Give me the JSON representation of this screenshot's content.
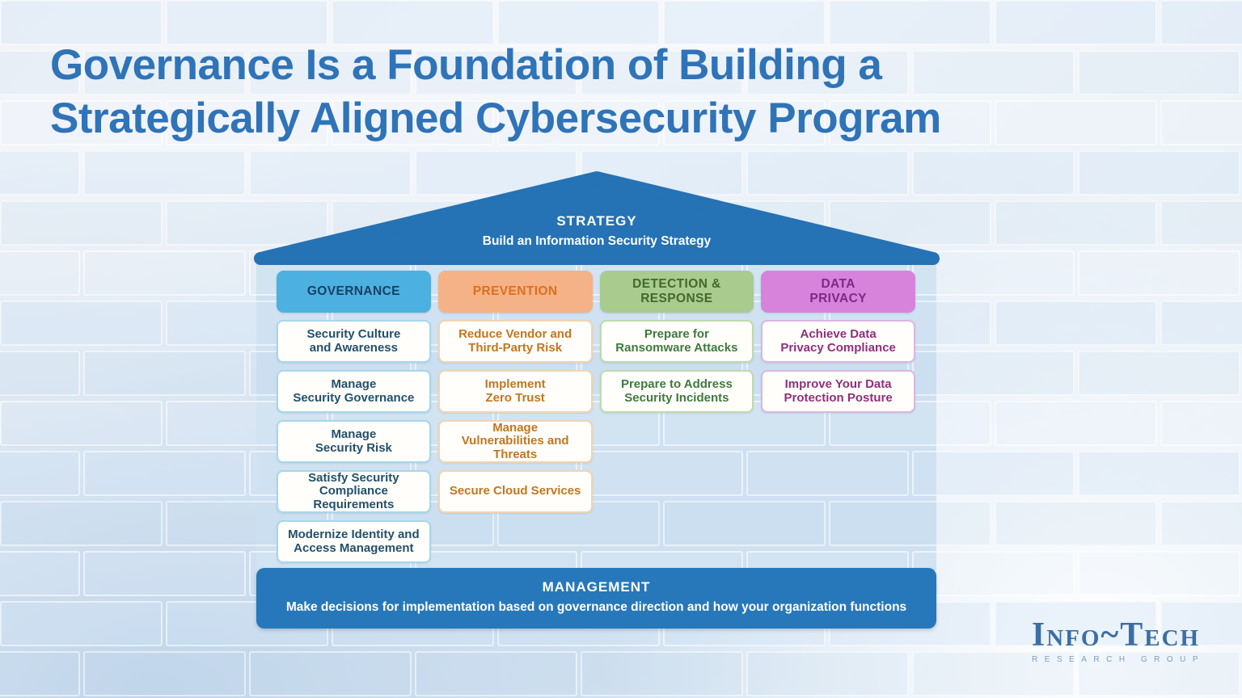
{
  "title": {
    "line1": "Governance Is a Foundation of Building a",
    "line2": "Strategically Aligned Cybersecurity Program"
  },
  "roof": {
    "label": "STRATEGY",
    "subtitle": "Build an Information Security Strategy"
  },
  "columns": [
    {
      "id": "governance",
      "header": "GOVERNANCE",
      "cards": [
        "Security Culture\nand Awareness",
        "Manage\nSecurity Governance",
        "Manage\nSecurity Risk",
        "Satisfy Security\nCompliance\nRequirements",
        "Modernize Identity and\nAccess Management"
      ]
    },
    {
      "id": "prevention",
      "header": "PREVENTION",
      "cards": [
        "Reduce Vendor and\nThird-Party Risk",
        "Implement\nZero Trust",
        "Manage\nVulnerabilities and\nThreats",
        "Secure Cloud Services"
      ]
    },
    {
      "id": "detection-response",
      "header": "DETECTION &\nRESPONSE",
      "cards": [
        "Prepare for\nRansomware Attacks",
        "Prepare to Address\nSecurity Incidents"
      ]
    },
    {
      "id": "data-privacy",
      "header": "DATA\nPRIVACY",
      "cards": [
        "Achieve Data\nPrivacy Compliance",
        "Improve Your Data\nProtection Posture"
      ]
    }
  ],
  "management": {
    "label": "MANAGEMENT",
    "subtitle": "Make decisions for implementation based on governance direction and how your organization functions"
  },
  "logo": {
    "name": "Info~Tech",
    "subtext": "RESEARCH GROUP"
  },
  "colors": {
    "title_text": "#2F73B8",
    "roof_fill": "#2572B4",
    "management_fill": "#2778BA",
    "house_interior": "#CFE1F1",
    "governance_header_bg": "#4CB0E0",
    "governance_text": "#1B3F63",
    "prevention_header_bg": "#F5B287",
    "prevention_text": "#DD6F1F",
    "detection_header_bg": "#A9CB8E",
    "detection_text": "#42682C",
    "privacy_header_bg": "#D783DC",
    "privacy_text": "#7C2A86"
  }
}
